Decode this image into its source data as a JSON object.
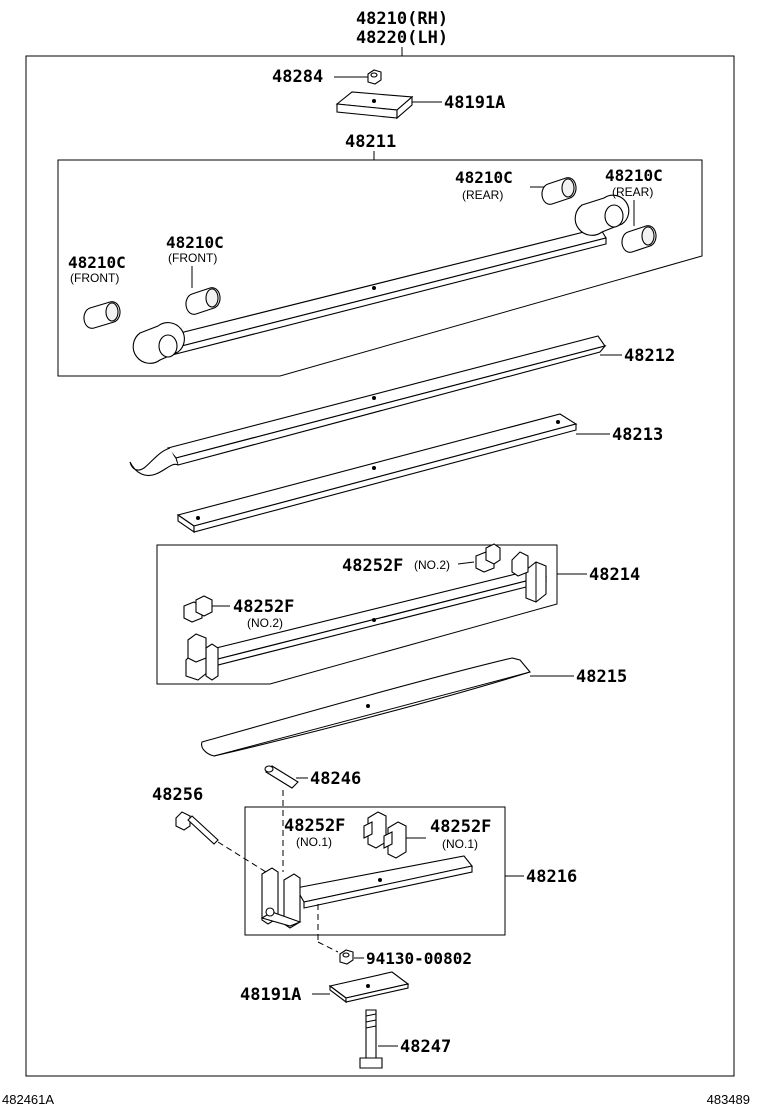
{
  "assembly": {
    "rh": "48210(RH)",
    "lh": "48220(LH)"
  },
  "parts": {
    "p48284": "48284",
    "p48191a_top": "48191A",
    "p48211": "48211",
    "p48210c_rear_1": "48210C",
    "p48210c_rear_2": "48210C",
    "p48210c_front_1": "48210C",
    "p48210c_front_2": "48210C",
    "p48212": "48212",
    "p48213": "48213",
    "p48252f_a": "48252F",
    "p48252f_b": "48252F",
    "p48214": "48214",
    "p48215": "48215",
    "p48246": "48246",
    "p48256": "48256",
    "p48252f_c": "48252F",
    "p48252f_d": "48252F",
    "p48216": "48216",
    "p94130": "94130-00802",
    "p48191a_bottom": "48191A",
    "p48247": "48247"
  },
  "notes": {
    "rear": "(REAR)",
    "front": "(FRONT)",
    "no2": "(NO.2)",
    "no1": "(NO.1)"
  },
  "footer": {
    "left": "482461A",
    "right": "483489"
  }
}
